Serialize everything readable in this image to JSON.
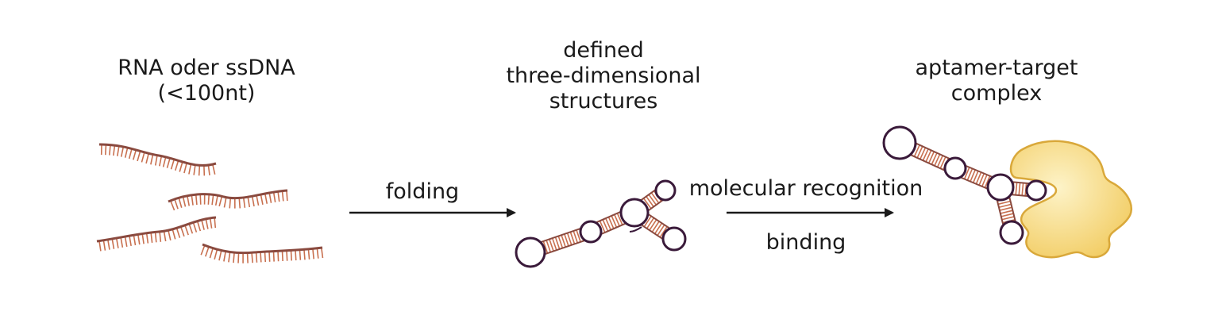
{
  "stages": [
    {
      "lines": [
        "RNA oder ssDNA",
        "(<100nt)"
      ]
    },
    {
      "lines": [
        "defined",
        "three-dimensional",
        "structures"
      ]
    },
    {
      "lines": [
        "aptamer-target",
        "complex"
      ]
    }
  ],
  "arrows": [
    {
      "above": "folding",
      "below": ""
    },
    {
      "above": "molecular recognition",
      "below": "binding"
    }
  ],
  "colors": {
    "strand": "#8a4a3f",
    "bases": "#c8704f",
    "loop": "#3a1a3a",
    "target_fill": "#f2cc62",
    "target_edge": "#d9a83a",
    "arrow": "#1a1a1a"
  }
}
